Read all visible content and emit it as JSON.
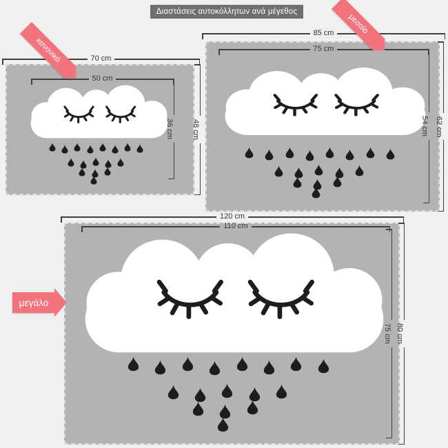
{
  "title_bar": {
    "text": "Διαστάσεις αυτοκόλλητων ανά μέγεθος"
  },
  "colors": {
    "background": "#f0eff1",
    "panel_gray": "#b3b2b4",
    "title_bar_gray": "#6f6e71",
    "artwork_black": "#1d1c1e",
    "accent_pink": "#f3737d",
    "dim_line": "#3f3e41"
  },
  "sizes": [
    {
      "name": "κανονικό",
      "outer_width": "70 cm",
      "inner_width": "50 cm",
      "inner_height": "36 cm",
      "outer_height": "48 cm"
    },
    {
      "name": "μεσαίο",
      "outer_width": "85 cm",
      "inner_width": "75 cm",
      "inner_height": "54 cm",
      "outer_height": "62 cm"
    },
    {
      "name": "μεγάλο",
      "outer_width": "120 cm",
      "inner_width": "110 cm",
      "inner_height": "75 cm",
      "outer_height": "80 cm"
    }
  ]
}
